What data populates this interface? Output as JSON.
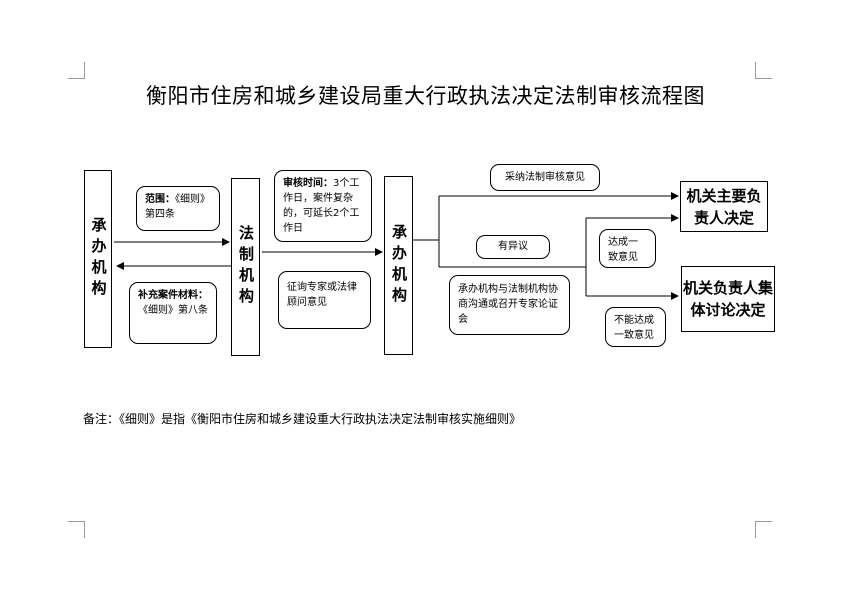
{
  "title": "衡阳市住房和城乡建设局重大行政执法决定法制审核流程图",
  "nodes": {
    "handling_org_left": "承办机构",
    "legal_org": "法制机构",
    "handling_org_right": "承办机构",
    "scope_label": "范围：",
    "scope_text": "《细则》第四条",
    "supplement_label": "补充案件材料：",
    "supplement_text": "《细则》第八条",
    "review_time_label": "审核时间：",
    "review_time_text": "3个工作日，案件复杂的，可延长2个工作日",
    "consult_experts": "征询专家或法律顾问意见",
    "adopt_opinion": "采纳法制审核意见",
    "dissent": "有异议",
    "coordinate": "承办机构与法制机构协商沟通或召开专家论证会",
    "agreement": "达成一致意见",
    "no_agreement": "不能达成一致意见",
    "leader_decision": "机关主要负责人决定",
    "collective_decision": "机关负责人集体讨论决定"
  },
  "footnote": "备注：《细则》是指《衡阳市住房和城乡建设重大行政执法决定法制审核实施细则》"
}
